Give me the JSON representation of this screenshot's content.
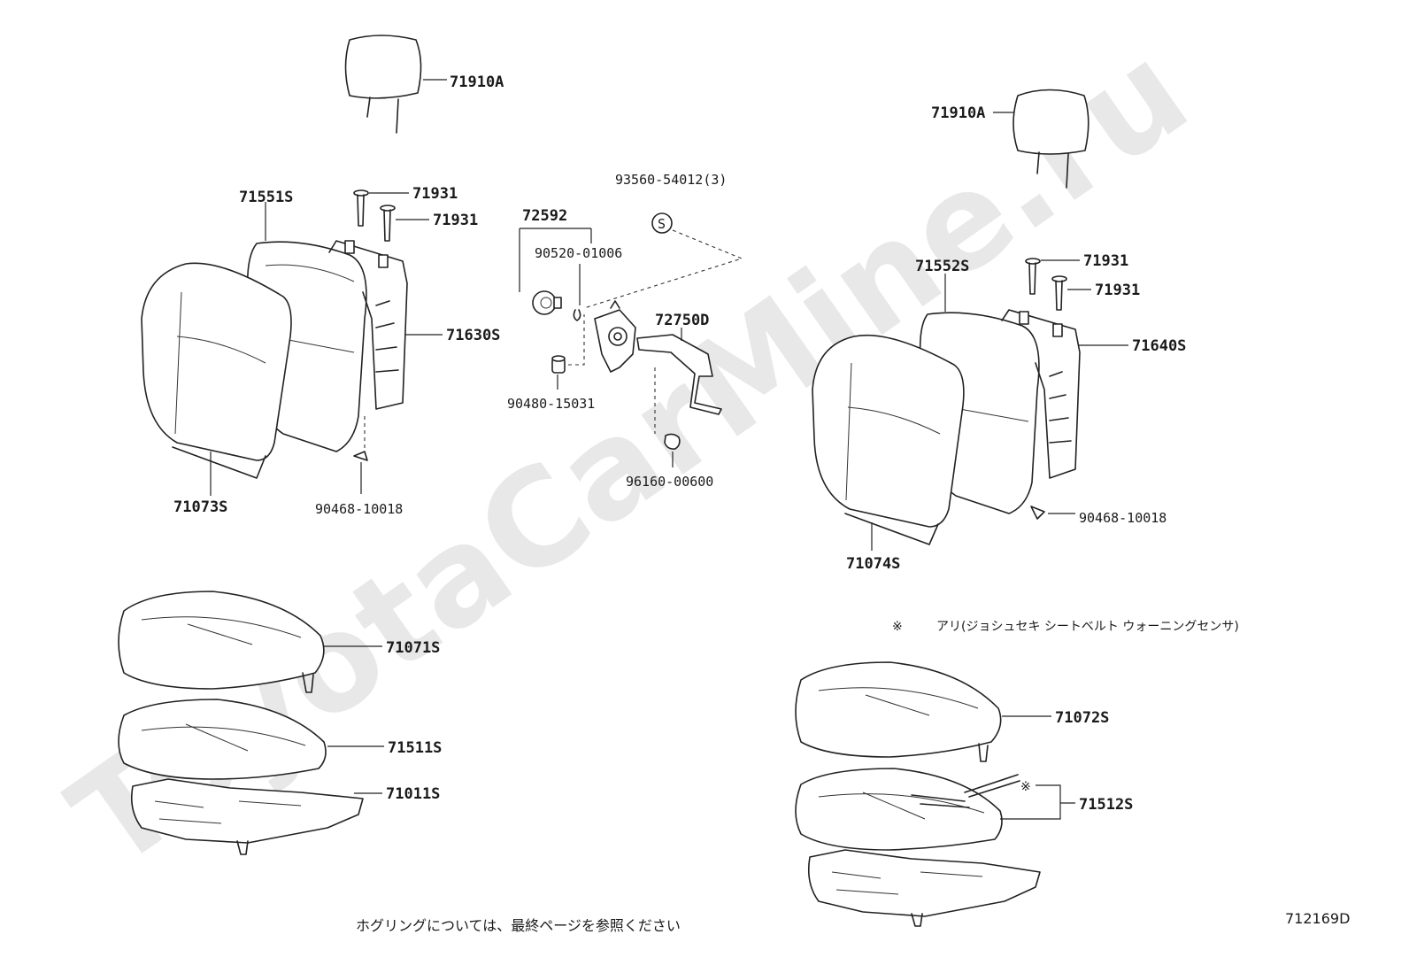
{
  "watermark": "ToyotaCarMine.ru",
  "labels": {
    "headrest_left": "71910A",
    "headrest_right": "71910A",
    "pad_back_left": "71551S",
    "pad_back_right": "71552S",
    "guide_left_1": "71931",
    "guide_left_2": "71931",
    "guide_right_1": "71931",
    "guide_right_2": "71931",
    "frame_back_left": "71630S",
    "frame_back_right": "71640S",
    "cover_back_left": "71073S",
    "cover_back_right": "71074S",
    "hog_ring_left": "90468-10018",
    "hog_ring_right": "90468-10018",
    "screw_set": "93560-54012(3)",
    "knob": "72592",
    "clip": "90520-01006",
    "recliner": "72750D",
    "bushing": "90480-15031",
    "nut": "96160-00600",
    "cover_cushion_left": "71071S",
    "pad_cushion_left": "71511S",
    "frame_cushion_left": "71011S",
    "cover_cushion_right": "71072S",
    "pad_cushion_right": "71512S",
    "s_symbol": "S",
    "asterisk": "※",
    "asterisk_small": "※"
  },
  "note_text": "アリ(ジョシュセキ シートベルト ウォーニングセンサ)",
  "footer_note": "ホグリングについては、最終ページを参照ください",
  "diagram_code": "712169D"
}
